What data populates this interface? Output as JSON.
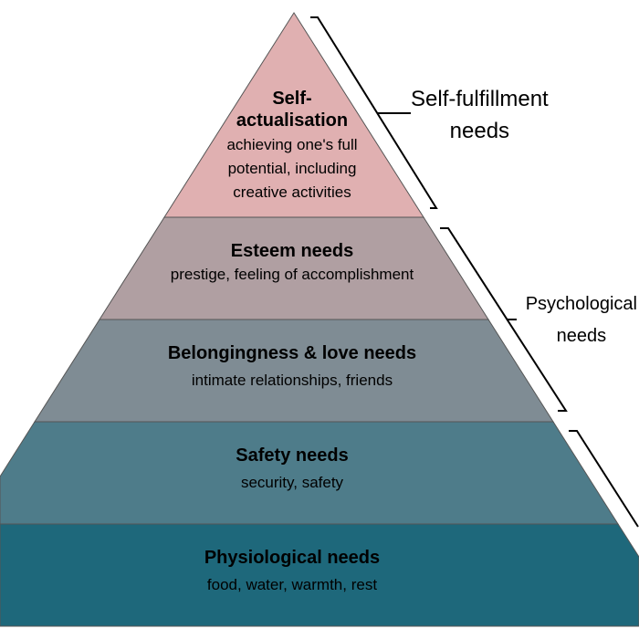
{
  "levels": [
    {
      "title": "Self-actualisation",
      "title_lines": [
        "Self-",
        "actualisation"
      ],
      "desc_lines": [
        "achieving one's full",
        "potential, including",
        "creative activities"
      ],
      "color": "#e0b0b1"
    },
    {
      "title": "Esteem needs",
      "desc": "prestige, feeling of accomplishment",
      "color": "#b09fa2"
    },
    {
      "title": "Belongingness & love needs",
      "desc": "intimate relationships, friends",
      "color": "#7f8c94"
    },
    {
      "title": "Safety needs",
      "desc": "security, safety",
      "color": "#4e7c8a"
    },
    {
      "title": "Physiological needs",
      "desc": "food, water, warmth, rest",
      "color": "#1e687b"
    }
  ],
  "groups": [
    {
      "lines": [
        "Self-fulfillment",
        "needs"
      ]
    },
    {
      "lines": [
        "Psychological",
        "needs"
      ]
    }
  ]
}
